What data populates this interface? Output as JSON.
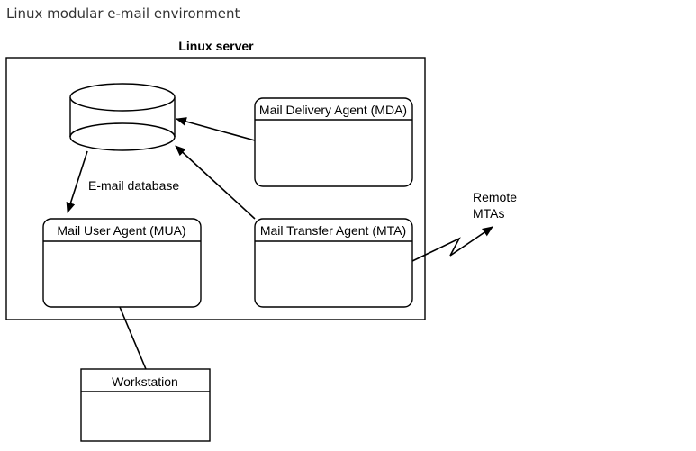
{
  "title": "Linux modular e-mail environment",
  "server": {
    "label": "Linux server"
  },
  "database": {
    "label": "E-mail database"
  },
  "components": {
    "mda": "Mail Delivery Agent (MDA)",
    "mua": "Mail User Agent (MUA)",
    "mta": "Mail Transfer Agent (MTA)",
    "workstation": "Workstation"
  },
  "remote": {
    "line1": "Remote",
    "line2": "MTAs"
  }
}
